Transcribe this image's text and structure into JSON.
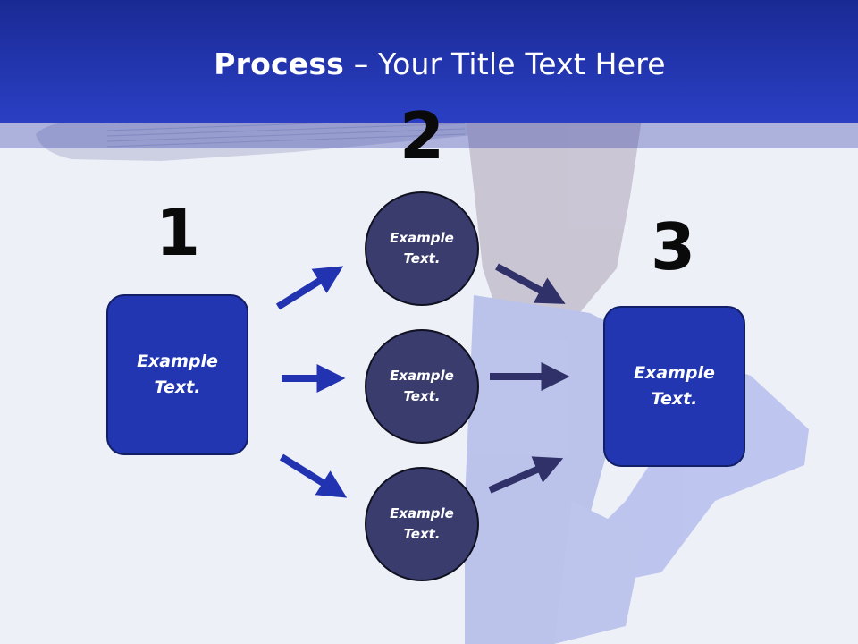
{
  "title": {
    "bold": "Process",
    "rest": " – Your Title Text Here"
  },
  "steps": [
    {
      "number": "1",
      "text": "Example\nText."
    },
    {
      "number": "2",
      "items": [
        "Example\nText.",
        "Example\nText.",
        "Example\nText."
      ]
    },
    {
      "number": "3",
      "text": "Example\nText."
    }
  ],
  "colors": {
    "header": "#1a2a94",
    "box_fill": "#2136b0",
    "circle_fill": "#3a3c6e",
    "arrow_blue": "#2133b0",
    "arrow_dark": "#2f3168"
  }
}
